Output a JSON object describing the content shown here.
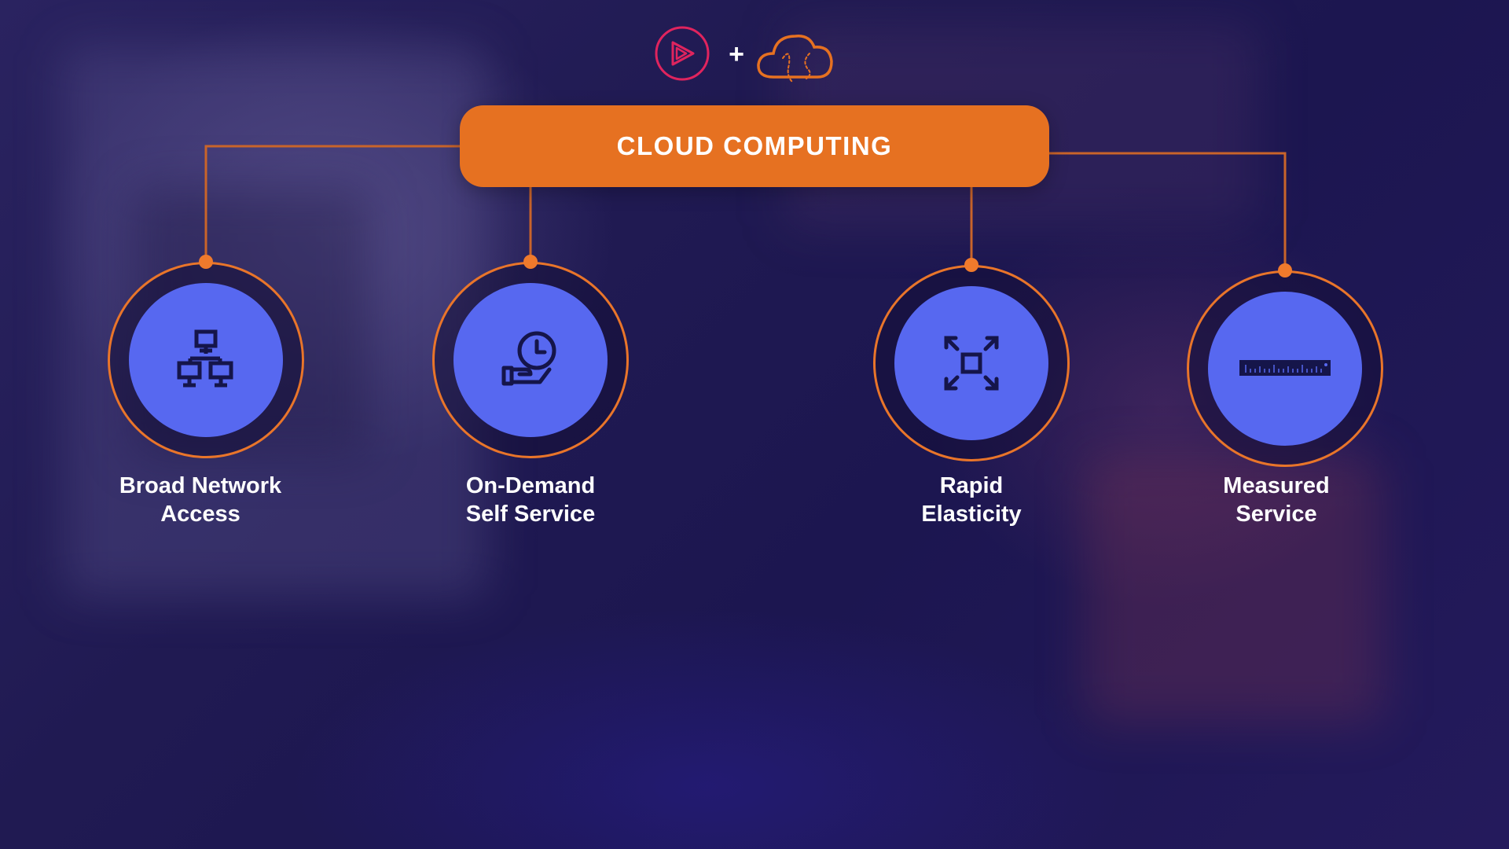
{
  "header": {
    "plus_symbol": "+",
    "logo_left_icon": "play-logo-icon",
    "logo_right_icon": "cloud-brain-icon"
  },
  "title": {
    "text": "CLOUD COMPUTING"
  },
  "nodes": [
    {
      "icon": "network-icon",
      "label_line1": "Broad Network",
      "label_line2": "Access"
    },
    {
      "icon": "clock-hand-icon",
      "label_line1": "On-Demand",
      "label_line2": "Self Service"
    },
    {
      "icon": "expand-icon",
      "label_line1": "Rapid",
      "label_line2": "Elasticity"
    },
    {
      "icon": "ruler-icon",
      "label_line1": "Measured",
      "label_line2": "Service"
    }
  ],
  "colors": {
    "accent_orange": "#e67121",
    "disc_blue": "#5768f0",
    "icon_dark": "#15154a",
    "logo_pink": "#e0245e"
  }
}
